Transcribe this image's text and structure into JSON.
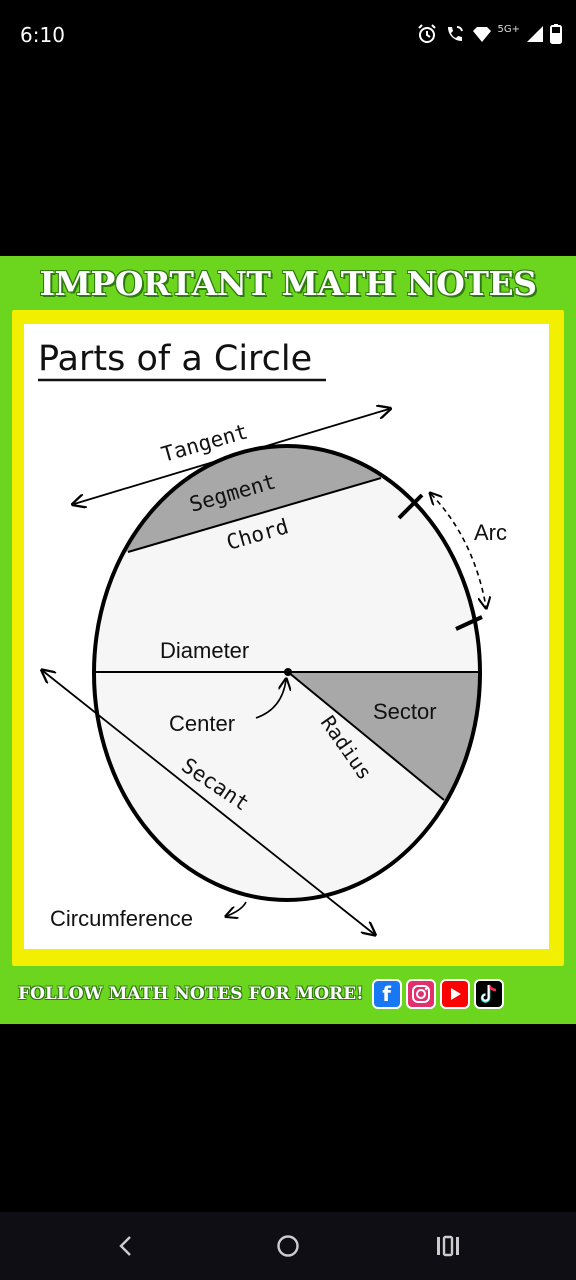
{
  "status_bar": {
    "time": "6:10",
    "network": "5G+",
    "icons": [
      "alarm-icon",
      "wifi-calling-icon",
      "hotspot-icon",
      "signal-icon",
      "battery-icon"
    ]
  },
  "post": {
    "title": "IMPORTANT MATH NOTES",
    "footer_text": "FOLLOW MATH NOTES FOR MORE!",
    "social_icons": [
      "facebook-icon",
      "instagram-icon",
      "youtube-icon",
      "tiktok-icon"
    ],
    "colors": {
      "background": "#6cd61f",
      "frame": "#f2ef00",
      "facebook": "#1877f2",
      "instagram": "#e1306c",
      "youtube": "#ff0000",
      "tiktok": "#000000"
    }
  },
  "diagram": {
    "heading": "Parts of a Circle",
    "labels": {
      "tangent": "Tangent",
      "segment": "Segment",
      "chord": "Chord",
      "arc": "Arc",
      "diameter": "Diameter",
      "center": "Center",
      "sector": "Sector",
      "radius": "Radius",
      "secant": "Secant",
      "circumference": "Circumference"
    }
  },
  "nav_bar": {
    "buttons": [
      "back-icon",
      "home-icon",
      "recents-icon"
    ]
  }
}
